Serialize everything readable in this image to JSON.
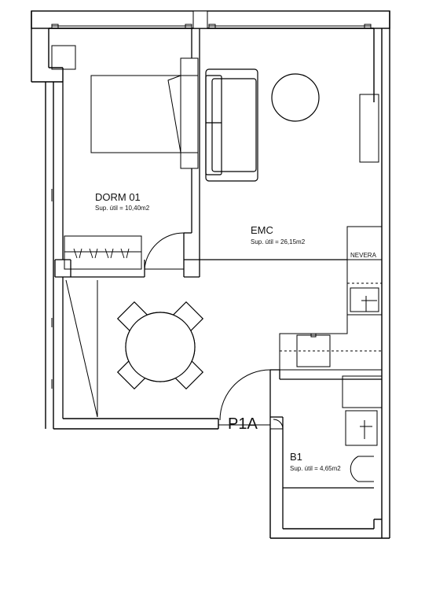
{
  "rooms": {
    "dorm": {
      "name": "DORM 01",
      "area": "Sup. útil = 10,40m2"
    },
    "emc": {
      "name": "EMC",
      "area": "Sup. útil = 26,15m2"
    },
    "bath": {
      "name": "B1",
      "area": "Sup. útil = 4,65m2"
    }
  },
  "labels": {
    "fridge": "NEVERA",
    "unit": "P1A"
  }
}
